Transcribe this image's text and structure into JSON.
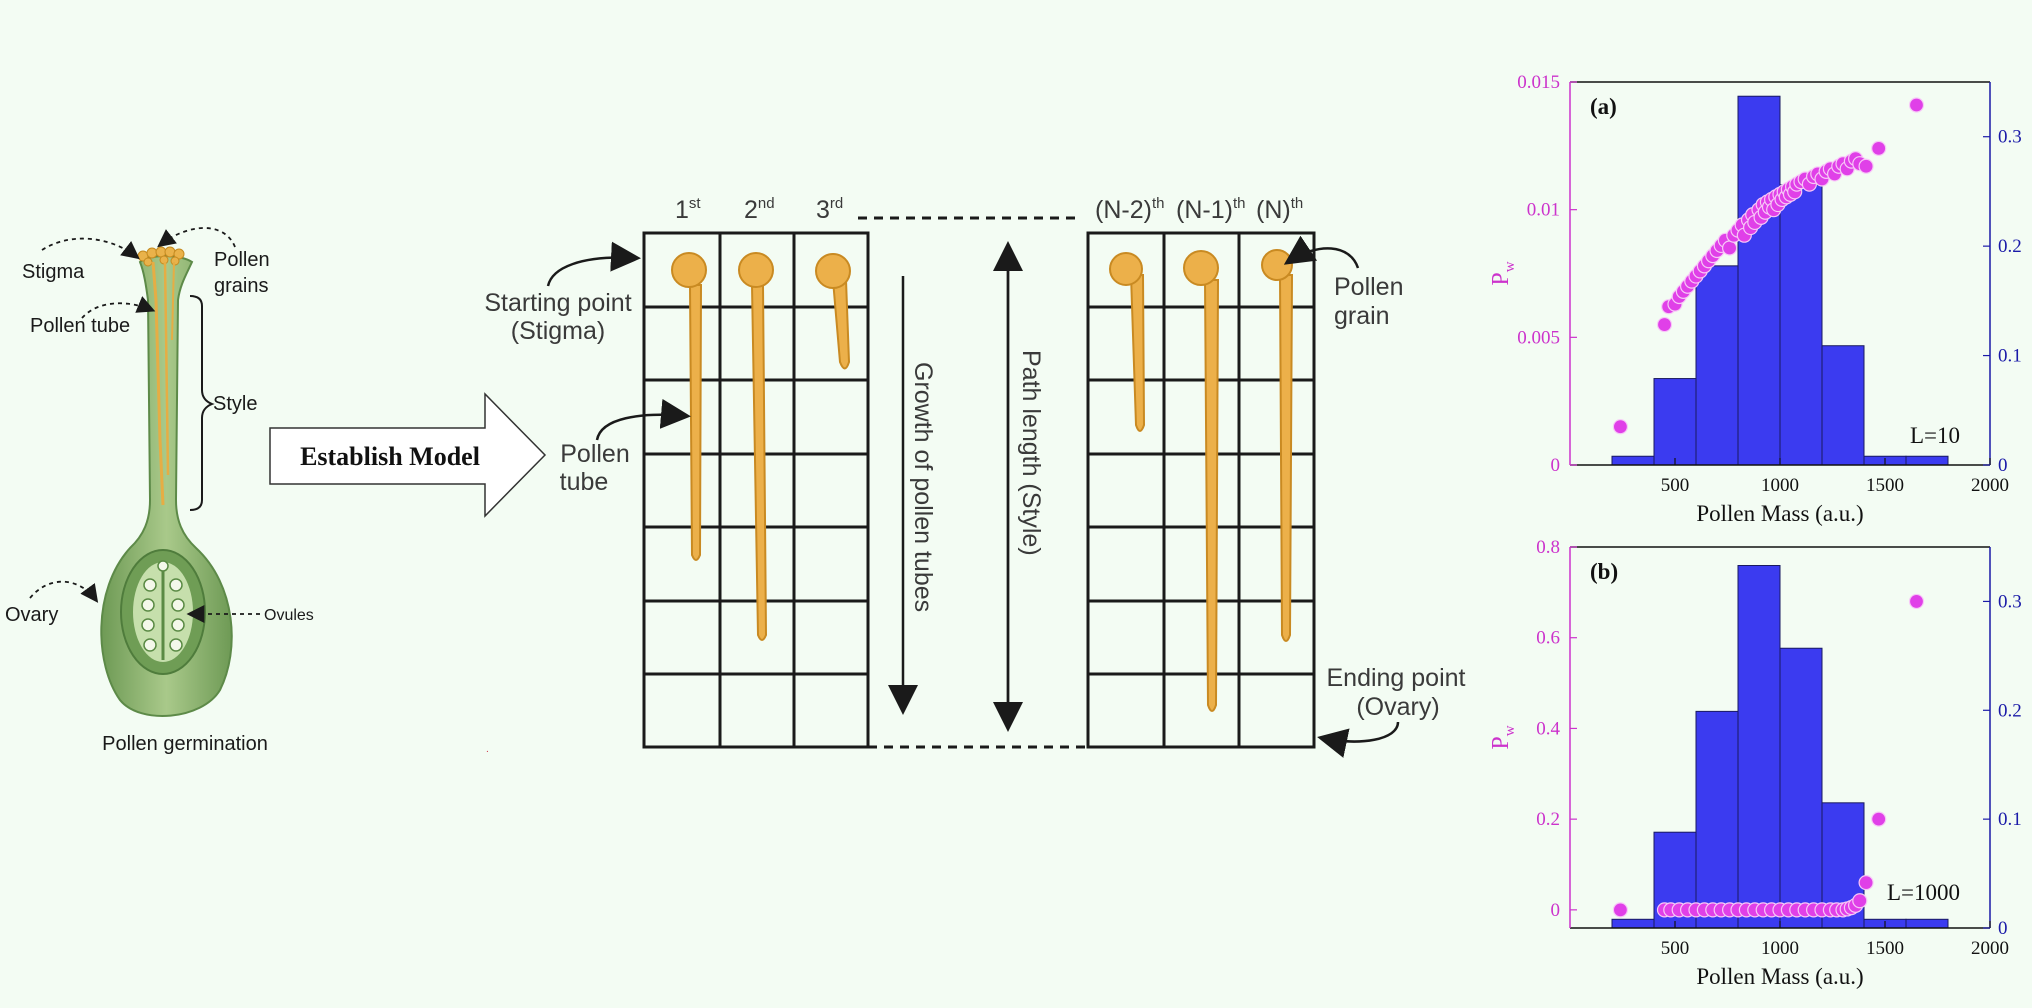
{
  "flower": {
    "stigma": "Stigma",
    "pollen_grains": [
      "Pollen",
      "grains"
    ],
    "pollen_tube": "Pollen tube",
    "style": "Style",
    "ovary": "Ovary",
    "ovules": "Ovules",
    "caption": "Pollen germination"
  },
  "arrow_label": "Establish Model",
  "model": {
    "columns_left": [
      {
        "base": "1",
        "sup": "st"
      },
      {
        "base": "2",
        "sup": "nd"
      },
      {
        "base": "3",
        "sup": "rd"
      }
    ],
    "columns_right": [
      {
        "base": "(N-2)",
        "sup": "th"
      },
      {
        "base": "(N-1)",
        "sup": "th"
      },
      {
        "base": "(N)",
        "sup": "th"
      }
    ],
    "starting_point": [
      "Starting point",
      "(Stigma)"
    ],
    "pollen_tube": [
      "Pollen",
      "tube"
    ],
    "growth": "Growth of pollen tubes",
    "path_length": "Path length (Style)",
    "pollen_grain": [
      "Pollen",
      "grain"
    ],
    "ending_point": [
      "Ending point",
      "(Ovary)"
    ]
  },
  "colors": {
    "pollen": "#ecb04a",
    "pollen_stroke": "#c98a22",
    "bars": "#3b3bf0",
    "points": "#e040e8",
    "left_axis": "#cc33cc",
    "right_axis": "#1a1aa8"
  },
  "chart_data": [
    {
      "type": "bar",
      "panel": "(a)",
      "annotation": "L=10",
      "xlabel": "Pollen Mass (a.u.)",
      "ylabel": "P_w",
      "xlim": [
        0,
        2000
      ],
      "ylim_left": [
        0,
        0.015
      ],
      "ylim_right": [
        0,
        0.35
      ],
      "xticks": [
        "500",
        "1000",
        "1500",
        "2000"
      ],
      "yticks_left": [
        "0",
        "0.005",
        "0.01",
        "0.015"
      ],
      "yticks_right": [
        "0",
        "0.1",
        "0.2",
        "0.3"
      ],
      "histogram": {
        "bin_edges": [
          200,
          400,
          600,
          800,
          1000,
          1200,
          1400,
          1600,
          1800
        ],
        "values": [
          0.008,
          0.079,
          0.182,
          0.337,
          0.256,
          0.109,
          0.008,
          0.008
        ]
      },
      "scatter": {
        "x": [
          240,
          450,
          470,
          500,
          520,
          540,
          560,
          580,
          600,
          620,
          640,
          660,
          680,
          700,
          720,
          740,
          760,
          780,
          800,
          820,
          830,
          850,
          860,
          870,
          880,
          900,
          910,
          920,
          930,
          940,
          950,
          960,
          970,
          980,
          990,
          1000,
          1010,
          1020,
          1030,
          1040,
          1050,
          1060,
          1070,
          1080,
          1100,
          1120,
          1140,
          1160,
          1180,
          1200,
          1220,
          1240,
          1260,
          1280,
          1300,
          1320,
          1340,
          1360,
          1380,
          1410,
          1470,
          1650
        ],
        "y": [
          0.0015,
          0.0055,
          0.0062,
          0.0063,
          0.0066,
          0.0068,
          0.007,
          0.0072,
          0.0074,
          0.0076,
          0.0078,
          0.008,
          0.0082,
          0.0084,
          0.0086,
          0.0088,
          0.0085,
          0.009,
          0.0092,
          0.0094,
          0.009,
          0.0096,
          0.0093,
          0.0098,
          0.0095,
          0.01,
          0.0097,
          0.0102,
          0.0099,
          0.0103,
          0.0101,
          0.0104,
          0.01,
          0.0105,
          0.0102,
          0.0106,
          0.0104,
          0.0107,
          0.0105,
          0.0108,
          0.0106,
          0.0109,
          0.0107,
          0.011,
          0.0111,
          0.0112,
          0.011,
          0.0113,
          0.0114,
          0.0112,
          0.0115,
          0.0116,
          0.0114,
          0.0117,
          0.0118,
          0.0116,
          0.0119,
          0.012,
          0.0118,
          0.0117,
          0.0124,
          0.0141
        ]
      }
    },
    {
      "type": "bar",
      "panel": "(b)",
      "annotation": "L=1000",
      "xlabel": "Pollen Mass (a.u.)",
      "ylabel": "P_w",
      "xlim": [
        0,
        2000
      ],
      "ylim_left": [
        -0.04,
        0.8
      ],
      "ylim_right": [
        0,
        0.35
      ],
      "xticks": [
        "500",
        "1000",
        "1500",
        "2000"
      ],
      "yticks_left": [
        "0",
        "0.2",
        "0.4",
        "0.6",
        "0.8"
      ],
      "yticks_right": [
        "0",
        "0.1",
        "0.2",
        "0.3"
      ],
      "histogram": {
        "bin_edges": [
          200,
          400,
          600,
          800,
          1000,
          1200,
          1400,
          1600,
          1800
        ],
        "values": [
          0.008,
          0.088,
          0.199,
          0.333,
          0.257,
          0.115,
          0.008,
          0.008
        ]
      },
      "scatter": {
        "x": [
          240,
          450,
          480,
          520,
          560,
          600,
          640,
          680,
          720,
          760,
          800,
          840,
          880,
          920,
          960,
          1000,
          1040,
          1080,
          1120,
          1160,
          1200,
          1240,
          1270,
          1300,
          1320,
          1340,
          1360,
          1380,
          1410,
          1470,
          1650
        ],
        "y": [
          0.0,
          0.0,
          0.0,
          0.0,
          0.0,
          0.0,
          0.0,
          0.0,
          0.0,
          0.0,
          0.0,
          0.0,
          0.0,
          0.0,
          0.0,
          0.0,
          0.0,
          0.0,
          0.0,
          0.0,
          0.0,
          0.0,
          0.0,
          0.0,
          0.002,
          0.005,
          0.01,
          0.02,
          0.06,
          0.2,
          0.68
        ]
      }
    }
  ]
}
